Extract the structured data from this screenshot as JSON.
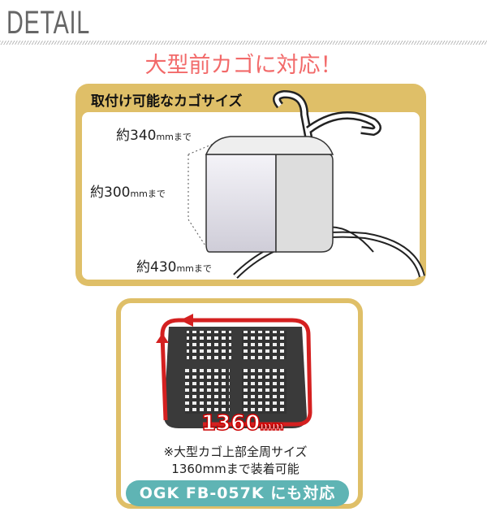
{
  "header": {
    "title": "DETAIL"
  },
  "headline": "大型前カゴに対応！",
  "size_panel": {
    "title": "取付け可能なカゴサイズ",
    "width": {
      "prefix": "約",
      "value": "340",
      "unit": "mm",
      "suffix": "まで"
    },
    "height": {
      "prefix": "約",
      "value": "300",
      "unit": "mm",
      "suffix": "まで"
    },
    "depth": {
      "prefix": "約",
      "value": "430",
      "unit": "mm",
      "suffix": "まで"
    }
  },
  "basket_panel": {
    "perimeter_value": "1360",
    "perimeter_unit": "mm",
    "note_line1": "※大型カゴ上部全周サイズ",
    "note_line2": "1360mmまで装着可能",
    "compat_badge": "OGK FB-057K にも対応"
  },
  "colors": {
    "gold": "#dfbf68",
    "pink": "#f26a6a",
    "teal": "#5fb4b4",
    "red": "#d42020"
  }
}
